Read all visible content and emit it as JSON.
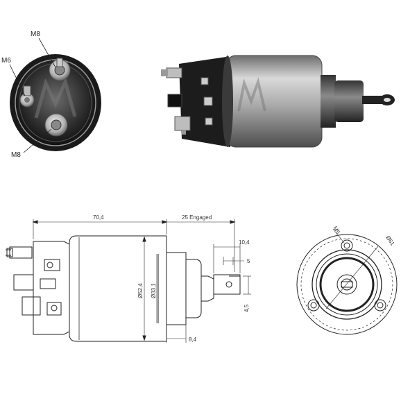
{
  "photo_front_view": {
    "labels": {
      "top_terminal": "M8",
      "left_terminal": "M6",
      "bottom_terminal": "M8"
    }
  },
  "drawing_side_view": {
    "dims": {
      "overall_length": "70,4",
      "engaged_travel": "25 Engaged",
      "plunger_length": "10,4",
      "slot_width": "5",
      "eye_hole": "4,5",
      "body_diameter": "Ø52,4",
      "neck_diameter": "Ø33,1",
      "flange_thickness": "8,4"
    }
  },
  "drawing_end_view": {
    "dims": {
      "bolt_hole": "M5",
      "bolt_circle": "Ø61"
    }
  }
}
